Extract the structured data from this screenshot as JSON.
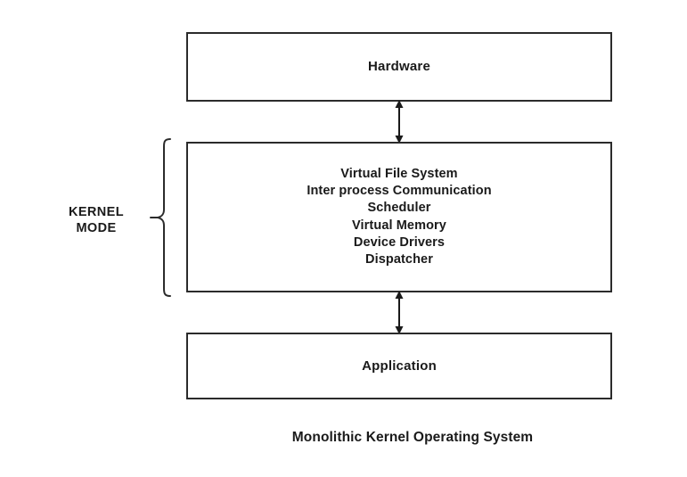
{
  "diagram": {
    "caption": "Monolithic Kernel Operating System",
    "mode_label": {
      "line1": "KERNEL",
      "line2": "MODE"
    },
    "layers": {
      "hardware": {
        "label": "Hardware"
      },
      "kernel": {
        "services": [
          "Virtual File System",
          "Inter process Communication",
          "Scheduler",
          "Virtual Memory",
          "Device Drivers",
          "Dispatcher"
        ]
      },
      "application": {
        "label": "Application"
      }
    },
    "connectors": [
      {
        "name": "hardware-kernel",
        "style": "double-headed-vertical-arrow"
      },
      {
        "name": "kernel-application",
        "style": "double-headed-vertical-arrow"
      }
    ],
    "colors": {
      "background": "#ffffff",
      "border": "#2b2b2b",
      "text": "#1a1a1a",
      "brace": "#2b2b2b"
    }
  }
}
